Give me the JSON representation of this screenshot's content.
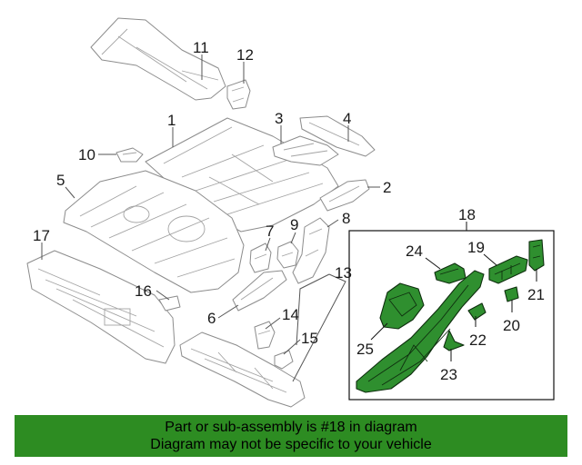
{
  "callouts": {
    "c1": "1",
    "c2": "2",
    "c3": "3",
    "c4": "4",
    "c5": "5",
    "c6": "6",
    "c7": "7",
    "c8": "8",
    "c9": "9",
    "c10": "10",
    "c11": "11",
    "c12": "12",
    "c13": "13",
    "c14": "14",
    "c15": "15",
    "c16": "16",
    "c17": "17",
    "c18": "18",
    "c19": "19",
    "c20": "20",
    "c21": "21",
    "c22": "22",
    "c23": "23",
    "c24": "24",
    "c25": "25"
  },
  "colors": {
    "highlight": "#2f8f2f",
    "banner": "#2d8c22"
  },
  "banner": {
    "line1": "Part or sub-assembly is #18 in diagram",
    "line2": "Diagram may not be specific to your vehicle"
  }
}
